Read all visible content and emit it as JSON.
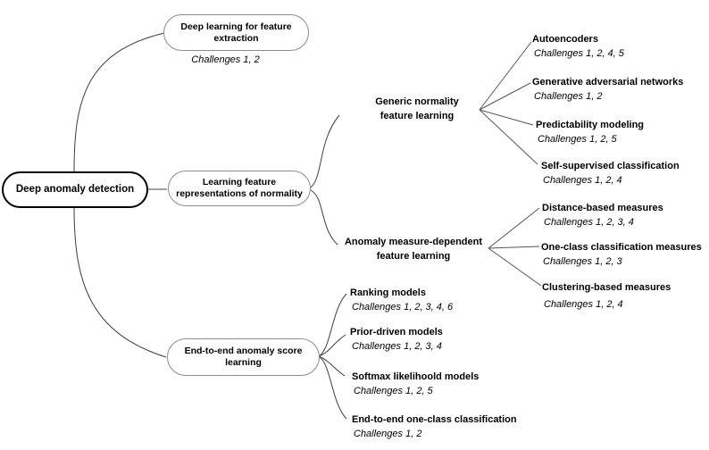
{
  "figure": {
    "root": {
      "label": "Deep anomaly detection"
    },
    "level1": [
      {
        "label": "Deep learning for feature extraction",
        "challenges": "Challenges 1, 2"
      },
      {
        "label": "Learning feature representations of normality"
      },
      {
        "label": "End-to-end anomaly score learning"
      }
    ],
    "level2": [
      {
        "label": "Generic normality feature learning"
      },
      {
        "label": "Anomaly measure-dependent feature learning"
      }
    ],
    "generic_leaves": [
      {
        "title": "Autoencoders",
        "challenges": "Challenges 1, 2, 4, 5"
      },
      {
        "title": "Generative adversarial networks",
        "challenges": "Challenges 1, 2"
      },
      {
        "title": "Predictability modeling",
        "challenges": "Challenges 1, 2, 5"
      },
      {
        "title": "Self-supervised classification",
        "challenges": "Challenges 1, 2, 4"
      }
    ],
    "measure_leaves": [
      {
        "title": "Distance-based measures",
        "challenges": "Challenges 1, 2, 3, 4"
      },
      {
        "title": "One-class classification measures",
        "challenges": "Challenges 1, 2, 3"
      },
      {
        "title": "Clustering-based measures",
        "challenges": "Challenges 1, 2, 4"
      }
    ],
    "score_leaves": [
      {
        "title": "Ranking models",
        "challenges": "Challenges 1, 2, 3, 4, 6"
      },
      {
        "title": "Prior-driven models",
        "challenges": "Challenges 1, 2, 3, 4"
      },
      {
        "title": "Softmax likelihoold models",
        "challenges": "Challenges 1, 2, 5"
      },
      {
        "title": "End-to-end one-class classification",
        "challenges": "Challenges 1, 2"
      }
    ],
    "colors": {
      "root_border": "#000000",
      "node_border": "#8c8c8c",
      "edge": "#3d3d3d",
      "text": "#000000"
    }
  }
}
